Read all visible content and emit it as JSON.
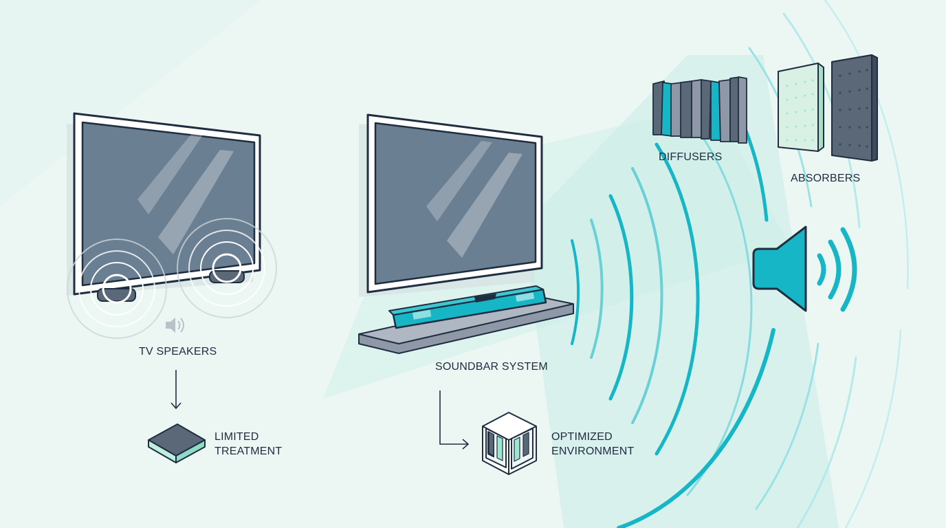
{
  "labels": {
    "tv_speakers": "TV SPEAKERS",
    "limited_line1": "LIMITED",
    "limited_line2": "TREATMENT",
    "soundbar_system": "SOUNDBAR SYSTEM",
    "optimized_line1": "OPTIMIZED",
    "optimized_line2": "ENVIRONMENT",
    "diffusers": "DIFFUSERS",
    "absorbers": "ABSORBERS"
  },
  "colors": {
    "background": "#ecf7f4",
    "accent_teal": "#16b6c6",
    "outline_navy": "#1f2d40",
    "screen": "#6b7f92",
    "panel_gray": "#8e98a6",
    "absorber_light": "#d8f1e4",
    "absorber_dark": "#5b6878"
  },
  "icons": [
    "speaker-icon",
    "down-arrow-icon",
    "elbow-arrow-icon",
    "treatment-pad-icon",
    "room-box-icon",
    "speaker-volume-icon"
  ]
}
